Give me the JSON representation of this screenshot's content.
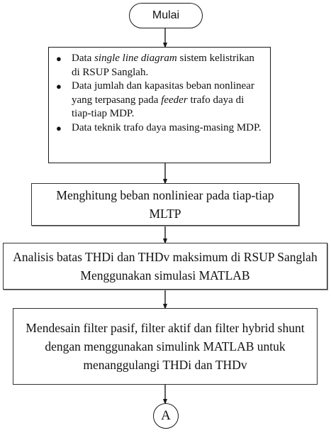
{
  "flowchart": {
    "start_label": "Mulai",
    "input_items": [
      {
        "pre": "Data ",
        "em": "single line diagram",
        "post": " sistem kelistrikan di RSUP Sanglah."
      },
      {
        "pre": "Data jumlah dan kapasitas beban nonlinear yang terpasang pada ",
        "em": "feeder",
        "post": " trafo daya di tiap-tiap MDP."
      },
      {
        "pre": "Data teknik trafo daya masing-masing MDP.",
        "em": "",
        "post": ""
      }
    ],
    "step_1": "Menghitung beban nonliniear pada tiap-tiap MLTP",
    "step_2": "Analisis batas THDi dan THDv maksimum di RSUP Sanglah Menggunakan simulasi MATLAB",
    "step_3": "Mendesain filter pasif, filter aktif dan filter hybrid shunt dengan menggunakan simulink MATLAB untuk menanggulangi THDi dan THDv",
    "connector_label": "A",
    "bullet_symbol": "●",
    "line_color": "#1a1a1a"
  }
}
